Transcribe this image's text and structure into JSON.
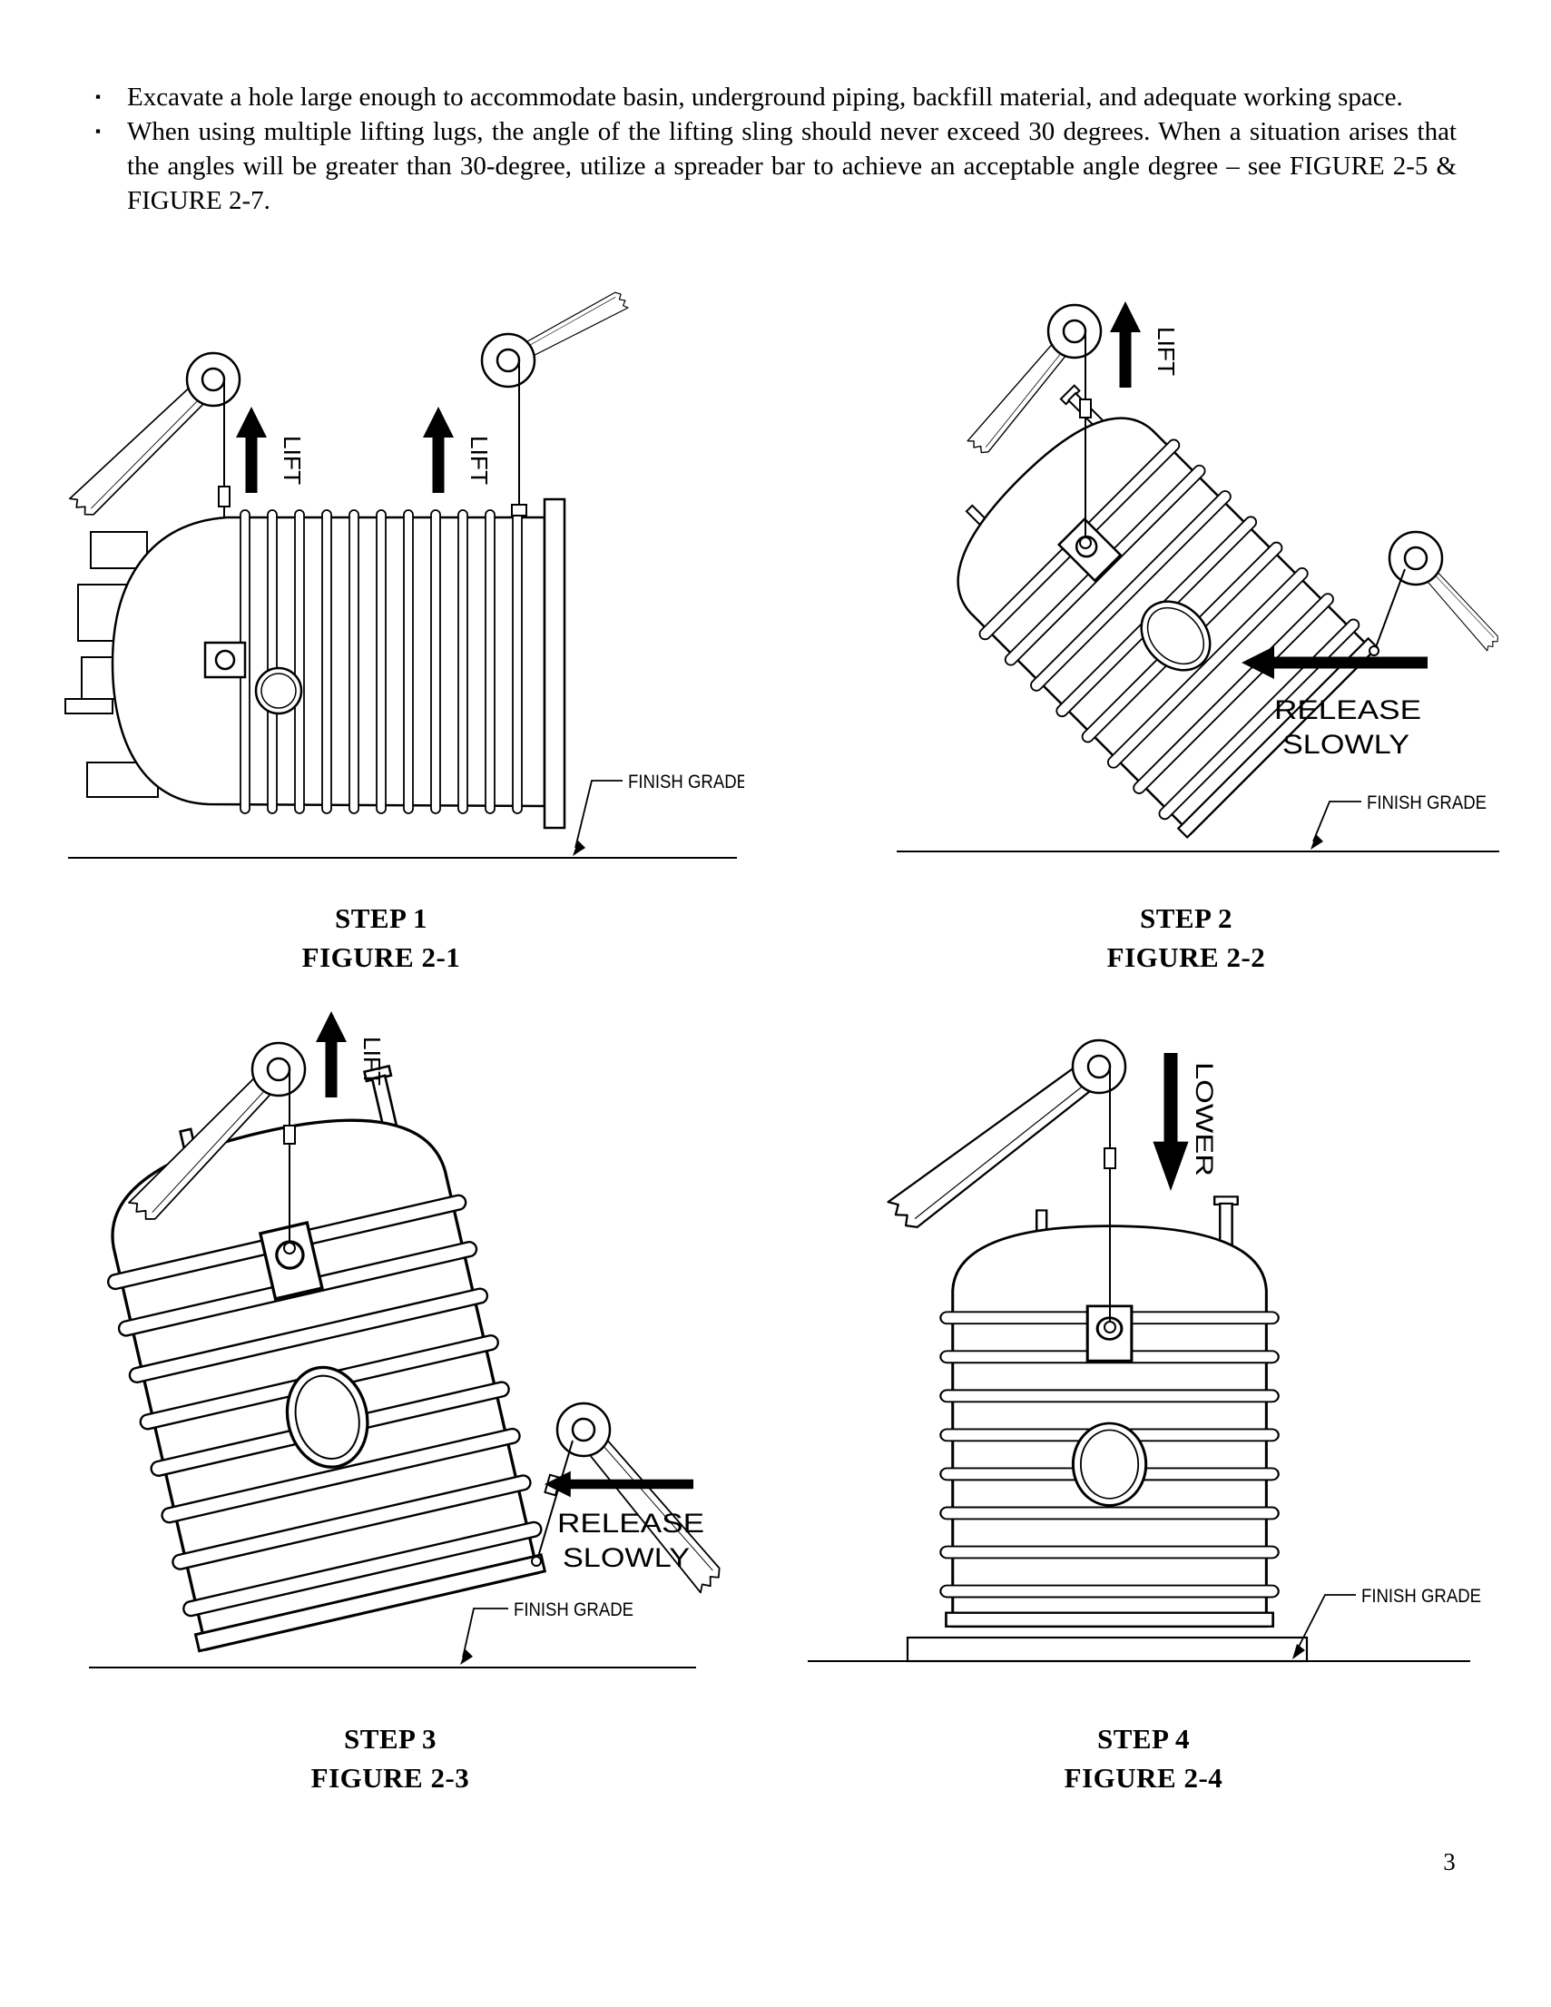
{
  "page": {
    "number": "3"
  },
  "content": {
    "bullet_1": "Excavate a hole large enough to accommodate basin, underground piping, backfill material, and adequate working space.",
    "bullet_2": "When using multiple lifting lugs, the angle of the lifting sling should never exceed 30 degrees. When a situation arises that the angles will be greater than 30-degree, utilize a spreader bar to achieve an acceptable angle degree – see FIGURE 2-5 & FIGURE 2-7."
  },
  "labels": {
    "lift": "LIFT",
    "lower": "LOWER",
    "release": "RELEASE",
    "slowly": "SLOWLY",
    "finish_grade": "FINISH GRADE"
  },
  "figures": [
    {
      "step": "STEP 1",
      "figure": "FIGURE 2-1"
    },
    {
      "step": "STEP 2",
      "figure": "FIGURE 2-2"
    },
    {
      "step": "STEP 3",
      "figure": "FIGURE 2-3"
    },
    {
      "step": "STEP 4",
      "figure": "FIGURE 2-4"
    }
  ],
  "colors": {
    "ink": "#000000",
    "paper": "#ffffff"
  }
}
